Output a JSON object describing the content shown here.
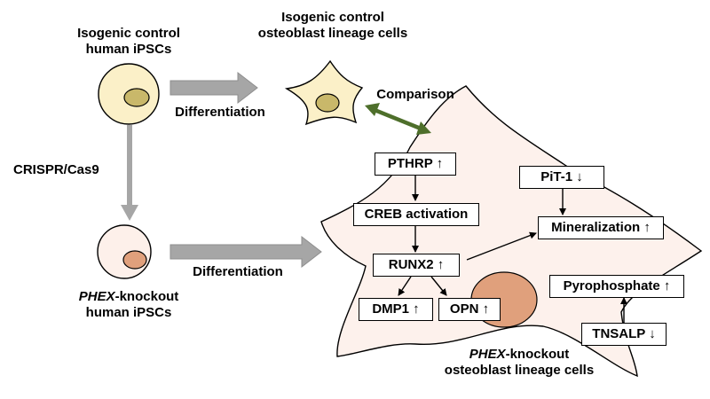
{
  "labels": {
    "control_ipsc": [
      "Isogenic control",
      "human iPSCs"
    ],
    "control_osteo": [
      "Isogenic control",
      "osteoblast lineage cells"
    ],
    "differentiation_top": "Differentiation",
    "differentiation_bottom": "Differentiation",
    "crispr": "CRISPR/Cas9",
    "comparison": "Comparison",
    "ko_ipsc_gene": "PHEX",
    "ko_ipsc_line1_rest": "-knockout",
    "ko_ipsc_line2": "human iPSCs",
    "ko_osteo_gene": "PHEX",
    "ko_osteo_line1_rest": "-knockout",
    "ko_osteo_line2": "osteoblast lineage cells"
  },
  "boxes": {
    "pthrp": "PTHRP ↑",
    "creb": "CREB activation",
    "runx2": "RUNX2 ↑",
    "dmp1": "DMP1 ↑",
    "opn": "OPN ↑",
    "pit1": "PiT-1 ↓",
    "mineralization": "Mineralization ↑",
    "pyrophosphate": "Pyrophosphate ↑",
    "tnsalp": "TNSALP ↓"
  },
  "colors": {
    "control_cell_fill": "#fbf0c8",
    "control_nucleus": "#c9b86a",
    "ko_cell_fill": "#fdf0ea",
    "ko_nucleus": "#e0a07c",
    "ko_osteo_fill": "#fdf1ec",
    "gray_arrow": "#a6a6a6",
    "green_arrow": "#4e6f2b"
  }
}
